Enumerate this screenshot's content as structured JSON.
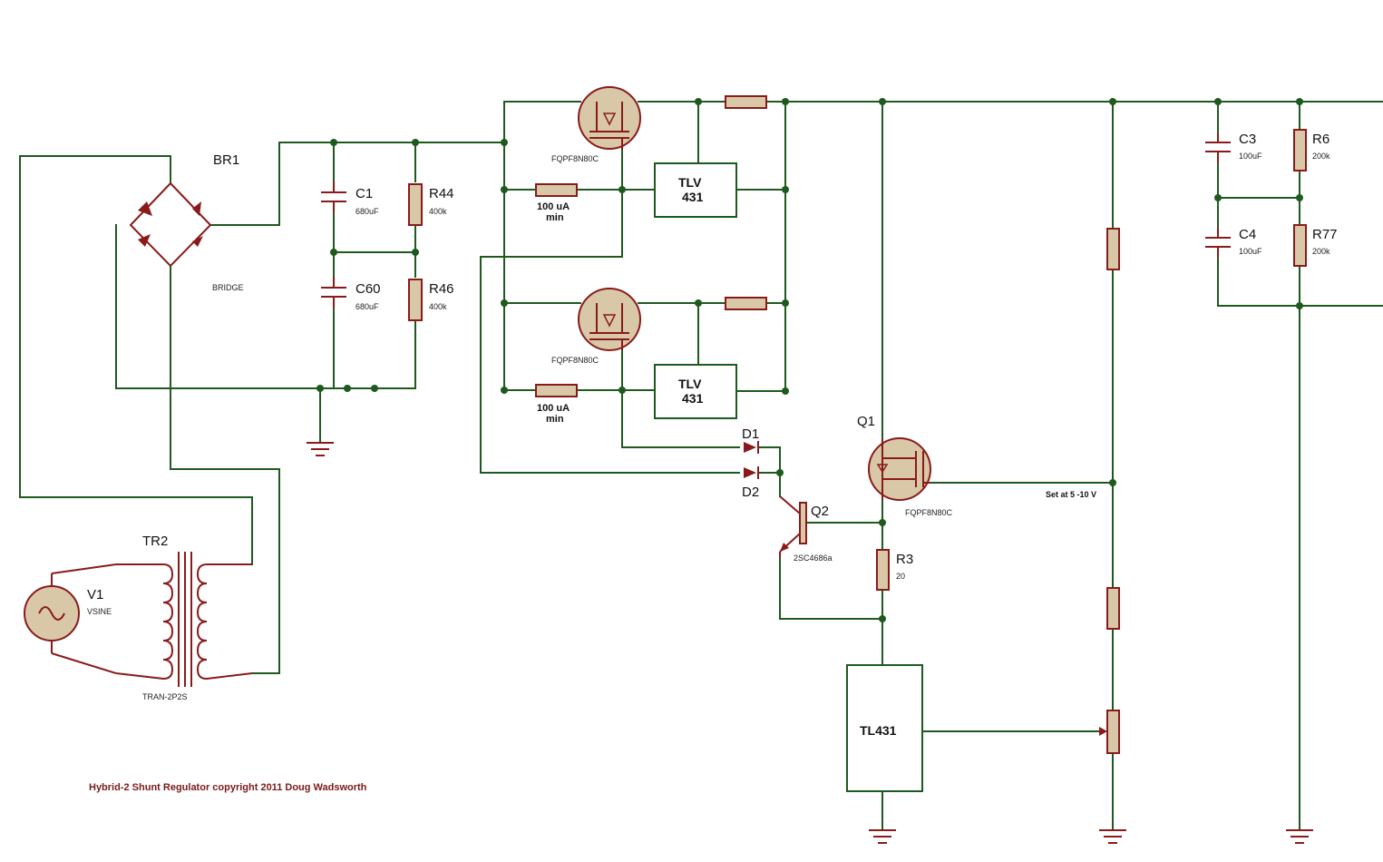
{
  "title": "Hybrid-2 Shunt Regulator copyright 2011 Doug Wadsworth",
  "components": {
    "br1": {
      "ref": "BR1",
      "value": "BRIDGE"
    },
    "c1": {
      "ref": "C1",
      "value": "680uF"
    },
    "c60": {
      "ref": "C60",
      "value": "680uF"
    },
    "r44": {
      "ref": "R44",
      "value": "400k"
    },
    "r46": {
      "ref": "R46",
      "value": "400k"
    },
    "m_top": {
      "value": "FQPF8N80C"
    },
    "m_mid": {
      "value": "FQPF8N80C"
    },
    "tlv_top": {
      "line1": "TLV",
      "line2": "431"
    },
    "tlv_mid": {
      "line1": "TLV",
      "line2": "431"
    },
    "ccs_top": {
      "line1": "100 uA",
      "line2": "min"
    },
    "ccs_mid": {
      "line1": "100 uA",
      "line2": "min"
    },
    "d1": {
      "ref": "D1"
    },
    "d2": {
      "ref": "D2"
    },
    "q1": {
      "ref": "Q1",
      "value": "FQPF8N80C"
    },
    "q2": {
      "ref": "Q2",
      "value": "2SC4686a"
    },
    "r3": {
      "ref": "R3",
      "value": "20"
    },
    "tl431": {
      "label": "TL431"
    },
    "c3": {
      "ref": "C3",
      "value": "100uF"
    },
    "c4": {
      "ref": "C4",
      "value": "100uF"
    },
    "r6": {
      "ref": "R6",
      "value": "200k"
    },
    "r77": {
      "ref": "R77",
      "value": "200k"
    },
    "tr2": {
      "ref": "TR2",
      "value": "TRAN-2P2S"
    },
    "v1": {
      "ref": "V1",
      "value": "VSINE"
    }
  },
  "notes": {
    "set_voltage": "Set at 5 -10 V"
  }
}
